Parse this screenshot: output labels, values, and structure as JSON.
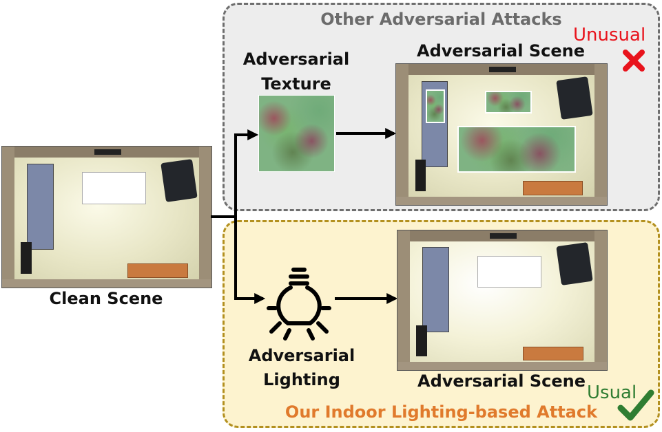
{
  "top_panel": {
    "title": "Other Adversarial Attacks",
    "status_label": "Unusual",
    "status_color": "#e8131c"
  },
  "bottom_panel": {
    "title": "Our Indoor Lighting-based Attack",
    "title_color": "#e07a2c",
    "status_label": "Usual",
    "status_color": "#2f7d32"
  },
  "clean_scene": {
    "label": "Clean Scene"
  },
  "adversarial_texture": {
    "label_line1": "Adversarial",
    "label_line2": "Texture"
  },
  "adversarial_lighting": {
    "label_line1": "Adversarial",
    "label_line2": "Lighting"
  },
  "adversarial_scene_top": {
    "label": "Adversarial Scene"
  },
  "adversarial_scene_bottom": {
    "label": "Adversarial Scene"
  },
  "icons": {
    "status_bad": "cross-mark-icon",
    "status_good": "check-mark-icon",
    "lighting": "light-bulb-icon"
  },
  "colors": {
    "top_border": "#6e6e6e",
    "top_bg": "#ededed",
    "top_title": "#6b6b6b",
    "bottom_border": "#b3901f",
    "bottom_bg": "#fdf3cf"
  }
}
